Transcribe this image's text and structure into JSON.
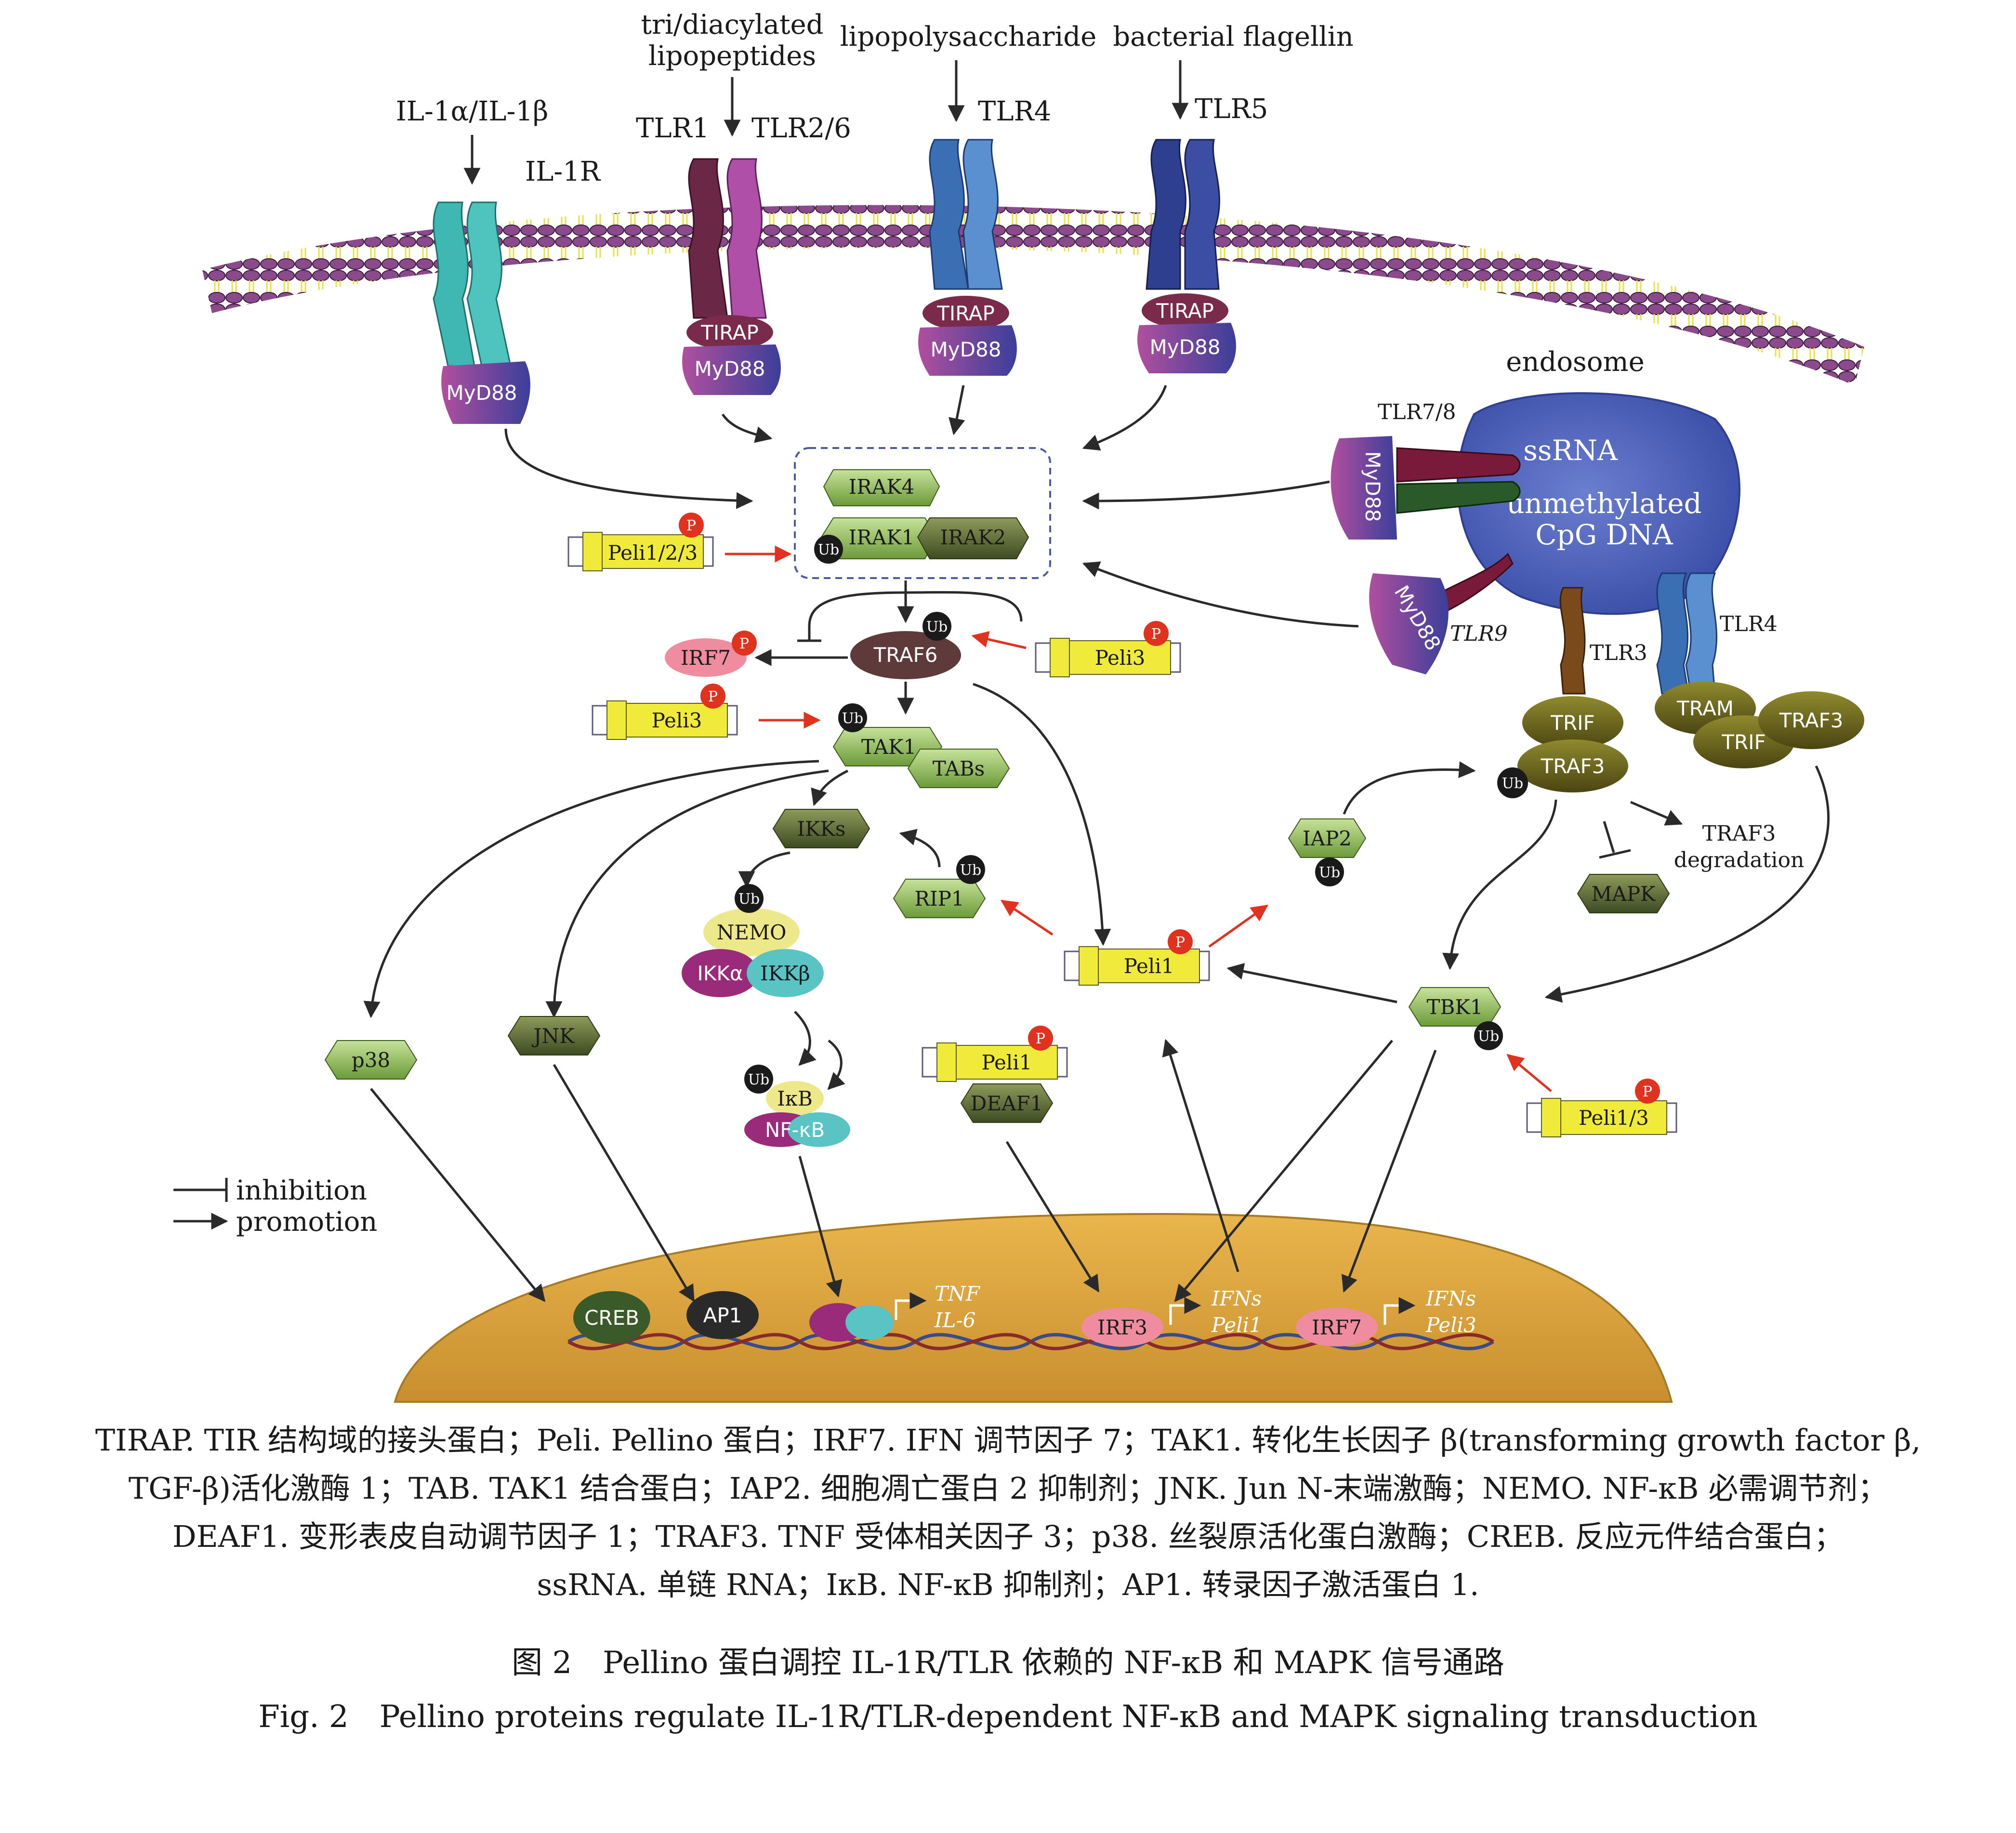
{
  "ligands": {
    "il1": "IL-1α/IL-1β",
    "lipopeptides_line1": "tri/diacylated",
    "lipopeptides_line2": "lipopeptides",
    "lps": "lipopolysaccharide",
    "flagellin": "bacterial flagellin"
  },
  "receptors": {
    "il1r": "IL-1R",
    "tlr1": "TLR1",
    "tlr26": "TLR2/6",
    "tlr4": "TLR4",
    "tlr5": "TLR5",
    "tlr78": "TLR7/8",
    "tlr9": "TLR9",
    "tlr3": "TLR3",
    "tlr4_endo": "TLR4"
  },
  "adaptors": {
    "tirap": "TIRAP",
    "myd88": "MyD88",
    "trif": "TRIF",
    "tram": "TRAM",
    "traf3": "TRAF3"
  },
  "endosome": {
    "label": "endosome",
    "ssrna": "ssRNA",
    "cpg_line1": "unmethylated",
    "cpg_line2": "CpG DNA"
  },
  "nodes": {
    "irak4": "IRAK4",
    "irak1": "IRAK1",
    "irak2": "IRAK2",
    "traf6": "TRAF6",
    "irf7": "IRF7",
    "tak1": "TAK1",
    "tabs": "TABs",
    "ikks": "IKKs",
    "nemo": "NEMO",
    "ikka": "IKKα",
    "ikkb": "IKKβ",
    "ikb": "IκB",
    "nfkb": "NF-κB",
    "rip1": "RIP1",
    "p38": "p38",
    "jnk": "JNK",
    "iap2": "IAP2",
    "traf3_degradation_line1": "TRAF3",
    "traf3_degradation_line2": "degradation",
    "mapk": "MAPK",
    "tbk1": "TBK1",
    "deaf1": "DEAF1",
    "ub": "Ub",
    "p": "P"
  },
  "pellino": {
    "peli123": "Peli1/2/3",
    "peli3_a": "Peli3",
    "peli3_b": "Peli3",
    "peli1_a": "Peli1",
    "peli1_b": "Peli1",
    "peli13": "Peli1/3"
  },
  "nucleus": {
    "creb": "CREB",
    "ap1": "AP1",
    "irf3": "IRF3",
    "irf7": "IRF7",
    "tnf": "TNF",
    "il6": "IL-6",
    "ifns_a": "IFNs",
    "peli1": "Peli1",
    "ifns_b": "IFNs",
    "peli3": "Peli3"
  },
  "legend": {
    "inhibition": "inhibition",
    "promotion": "promotion"
  },
  "caption": {
    "abbreviations_1": "TIRAP. TIR 结构域的接头蛋白；Peli. Pellino 蛋白；IRF7. IFN 调节因子 7；TAK1. 转化生长因子 β(transforming growth factor β,",
    "abbreviations_2": "TGF-β)活化激酶 1；TAB. TAK1 结合蛋白；IAP2. 细胞凋亡蛋白 2 抑制剂；JNK. Jun N-末端激酶；NEMO. NF-κB 必需调节剂；",
    "abbreviations_3": "DEAF1. 变形表皮自动调节因子 1；TRAF3. TNF 受体相关因子 3；p38. 丝裂原活化蛋白激酶；CREB. 反应元件结合蛋白；",
    "abbreviations_4": "ssRNA. 单链 RNA；IκB. NF-κB 抑制剂；AP1. 转录因子激活蛋白 1.",
    "title_cn": "图 2　Pellino 蛋白调控 IL-1R/TLR 依赖的 NF-κB 和 MAPK 信号通路",
    "title_en": "Fig. 2　Pellino proteins regulate IL-1R/TLR-dependent NF-κB and MAPK signaling transduction"
  },
  "colors": {
    "il1r": "#3fb8b3",
    "tlr1": "#6b2846",
    "tlr26": "#b04fa8",
    "tlr4": "#3a6fb4",
    "tlr5": "#2f3f8f",
    "membrane": "#7a3c7a",
    "green_node": "#8cbf4f",
    "dark_green": "#5b6e34",
    "peli_yellow": "#f0ea3a",
    "red_arrow": "#e0331f",
    "nucleus": "#d8a240"
  }
}
